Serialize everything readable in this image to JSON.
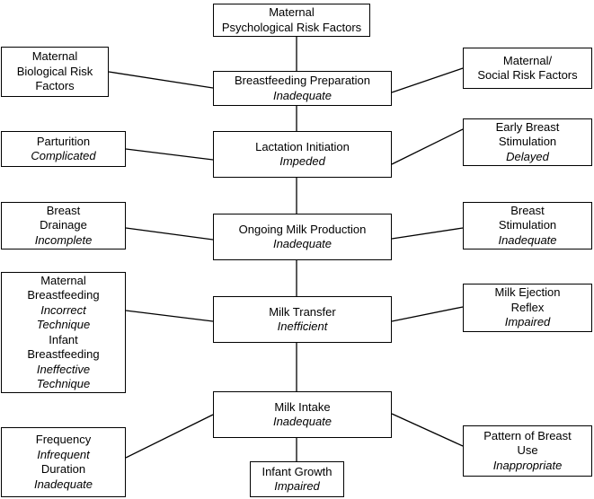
{
  "boxes": {
    "psych": {
      "lines": [
        "Maternal",
        "Psychological Risk Factors"
      ]
    },
    "bio": {
      "lines": [
        "Maternal",
        "Biological Risk",
        "Factors"
      ]
    },
    "prep": {
      "title": "Breastfeeding Preparation",
      "status": "Inadequate"
    },
    "social": {
      "lines": [
        "Maternal/",
        "Social Risk Factors"
      ]
    },
    "parturition": {
      "title": "Parturition",
      "status": "Complicated"
    },
    "initiation": {
      "title": "Lactation Initiation",
      "status": "Impeded"
    },
    "early": {
      "lines": [
        "Early Breast",
        "Stimulation"
      ],
      "status": "Delayed"
    },
    "drainage": {
      "lines": [
        "Breast",
        "Drainage"
      ],
      "status": "Incomplete"
    },
    "ongoing": {
      "title": "Ongoing Milk Production",
      "status": "Inadequate"
    },
    "stimulation": {
      "lines": [
        "Breast",
        "Stimulation"
      ],
      "status": "Inadequate"
    },
    "technique": {
      "maternal": [
        "Maternal",
        "Breastfeeding"
      ],
      "maternal_status": [
        "Incorrect",
        "Technique"
      ],
      "infant": [
        "Infant",
        "Breastfeeding"
      ],
      "infant_status": [
        "Ineffective",
        "Technique"
      ]
    },
    "transfer": {
      "title": "Milk Transfer",
      "status": "Inefficient"
    },
    "ejection": {
      "lines": [
        "Milk Ejection",
        "Reflex"
      ],
      "status": "Impaired"
    },
    "intake": {
      "title": "Milk Intake",
      "status": "Inadequate"
    },
    "frequency": {
      "title": "Frequency",
      "status": "Infrequent",
      "title2": "Duration",
      "status2": "Inadequate"
    },
    "growth": {
      "title": "Infant Growth",
      "status": "Impaired"
    },
    "pattern": {
      "lines": [
        "Pattern of Breast",
        "Use"
      ],
      "status": "Inappropriate"
    }
  }
}
